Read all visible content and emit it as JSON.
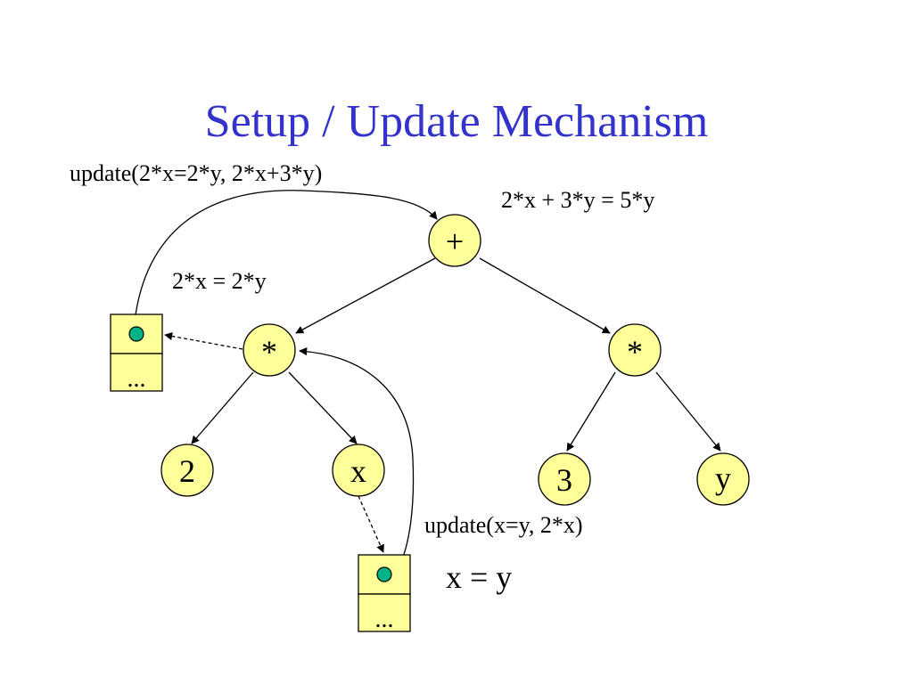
{
  "title": "Setup / Update Mechanism",
  "colors": {
    "title": "#3333cc",
    "node_fill": "#ffff99",
    "stroke": "#000000",
    "marker_fill": "#00b386"
  },
  "nodes": {
    "plus": "+",
    "mul_left": "*",
    "mul_right": "*",
    "leaf_2": "2",
    "leaf_x": "x",
    "leaf_3": "3",
    "leaf_y": "y"
  },
  "labels": {
    "update_top": "update(2*x=2*y, 2*x+3*y)",
    "sum_eq": "2*x + 3*y = 5*y",
    "mul_eq": "2*x = 2*y",
    "update_bottom": "update(x=y, 2*x)",
    "x_eq_y": "x = y"
  },
  "boxes": {
    "left_ellipsis": "...",
    "bottom_ellipsis": "..."
  }
}
